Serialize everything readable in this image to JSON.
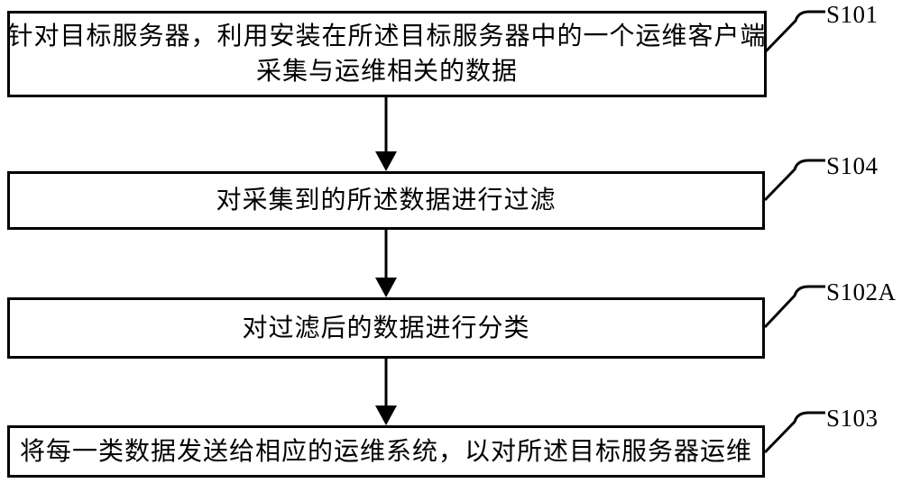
{
  "figure": {
    "type": "flowchart",
    "colors": {
      "line": "#000000",
      "background": "#ffffff",
      "text": "#000000"
    },
    "steps": [
      {
        "id": "S101",
        "lines": [
          "针对目标服务器，利用安装在所述目标服务器中的一个运维客户端",
          "采集与运维相关的数据"
        ]
      },
      {
        "id": "S104",
        "lines": [
          "对采集到的所述数据进行过滤"
        ]
      },
      {
        "id": "S102A",
        "lines": [
          "对过滤后的数据进行分类"
        ]
      },
      {
        "id": "S103",
        "lines": [
          "将每一类数据发送给相应的运维系统，以对所述目标服务器运维"
        ]
      }
    ]
  }
}
